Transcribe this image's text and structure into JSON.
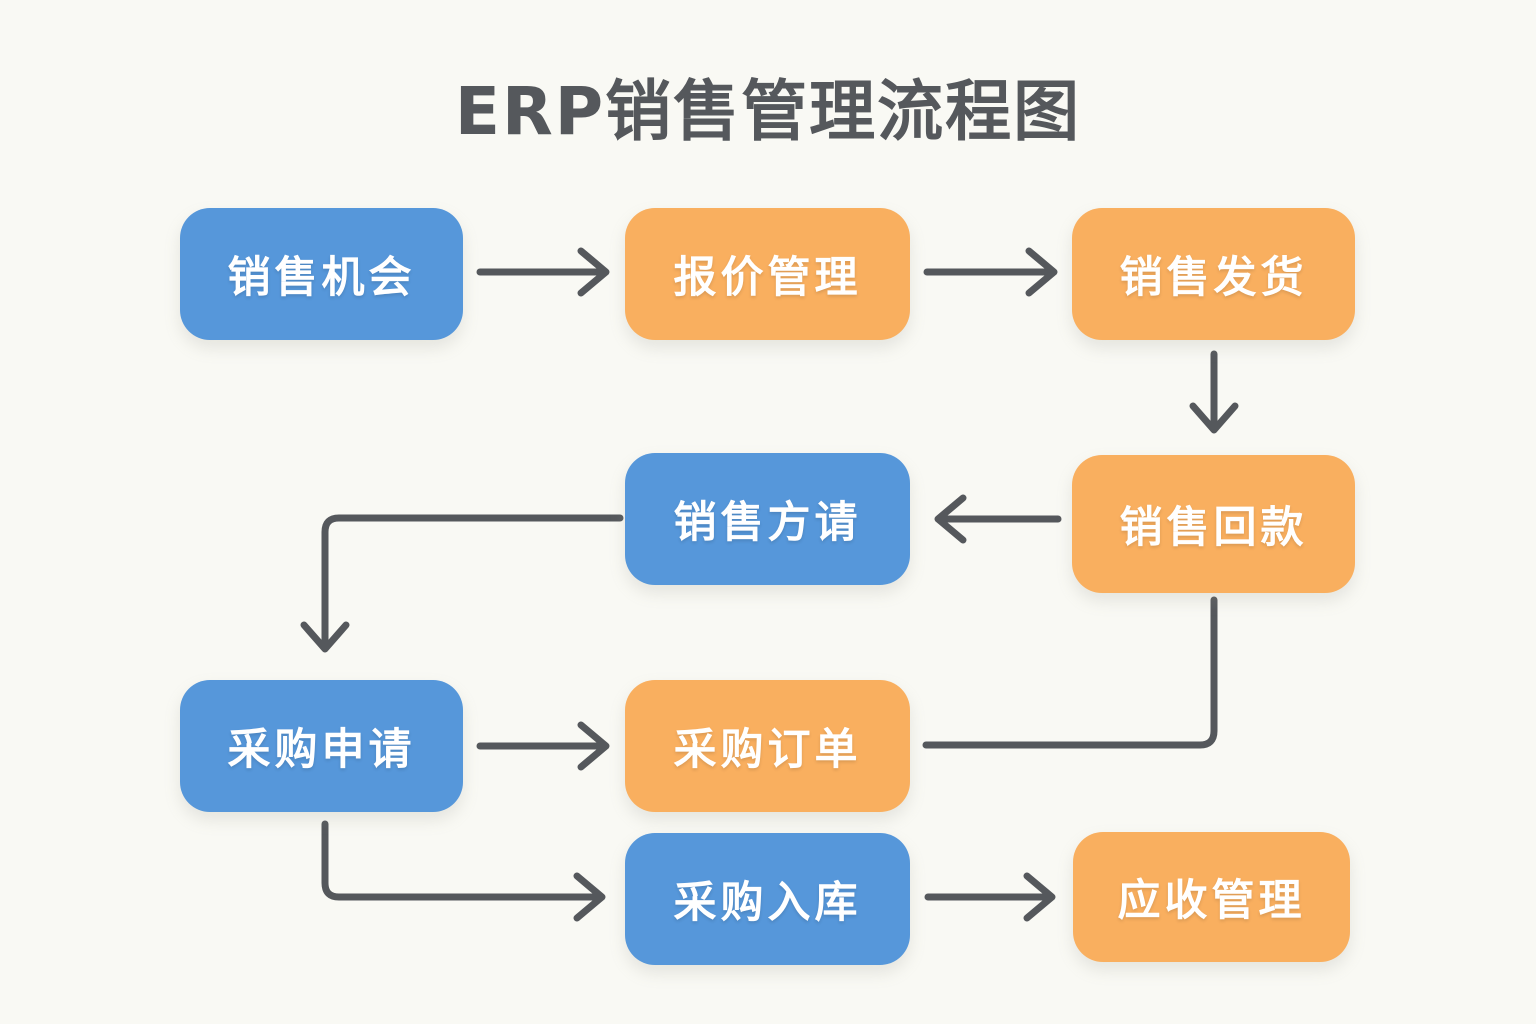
{
  "title": "ERP销售管理流程图",
  "colors": {
    "node_blue": "#5697DA",
    "node_orange": "#F9AF5F",
    "arrow": "#55585C",
    "background": "#F9F9F4",
    "node_text": "#FFFFFF",
    "title_text": "#55585C"
  },
  "nodes": [
    {
      "id": "sales-opportunity",
      "label": "销售机会",
      "color": "blue"
    },
    {
      "id": "quotation-management",
      "label": "报价管理",
      "color": "orange"
    },
    {
      "id": "sales-delivery",
      "label": "销售发货",
      "color": "orange"
    },
    {
      "id": "sales-request",
      "label": "销售方请",
      "color": "blue"
    },
    {
      "id": "sales-collection",
      "label": "销售回款",
      "color": "orange"
    },
    {
      "id": "purchase-request",
      "label": "采购申请",
      "color": "blue"
    },
    {
      "id": "purchase-order",
      "label": "采购订单",
      "color": "orange"
    },
    {
      "id": "purchase-inbound",
      "label": "采购入库",
      "color": "blue"
    },
    {
      "id": "receivables-management",
      "label": "应收管理",
      "color": "orange"
    }
  ],
  "edges": [
    {
      "from": "销售机会",
      "to": "报价管理",
      "shape": "straight-right",
      "arrowhead": true
    },
    {
      "from": "报价管理",
      "to": "销售发货",
      "shape": "straight-right",
      "arrowhead": true
    },
    {
      "from": "销售发货",
      "to": "销售回款",
      "shape": "straight-down",
      "arrowhead": true
    },
    {
      "from": "销售回款",
      "to": "销售方请",
      "shape": "straight-left",
      "arrowhead": true
    },
    {
      "from": "销售方请",
      "to": "采购申请",
      "shape": "elbow-left-then-down",
      "arrowhead": true
    },
    {
      "from": "采购申请",
      "to": "采购订单",
      "shape": "straight-right",
      "arrowhead": true
    },
    {
      "from": "销售回款",
      "to": "采购订单",
      "shape": "elbow-down-then-left",
      "arrowhead": false
    },
    {
      "from": "采购申请",
      "to": "采购入库",
      "shape": "elbow-down-then-right",
      "arrowhead": true
    },
    {
      "from": "采购入库",
      "to": "应收管理",
      "shape": "straight-right",
      "arrowhead": true
    }
  ]
}
